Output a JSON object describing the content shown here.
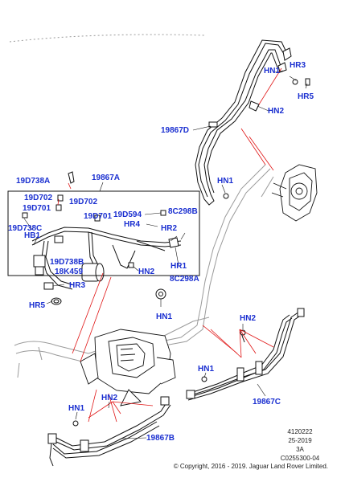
{
  "colors": {
    "label": "#1a2fd0",
    "leader": "#e01515",
    "line": "#111111",
    "ghost": "#9a9a9a"
  },
  "callouts": {
    "19867A": "19867A",
    "19D738A": "19D738A",
    "19D702_a": "19D702",
    "19D702_b": "19D702",
    "19D701_a": "19D701",
    "19D701_b": "19D701",
    "19D738C": "19D738C",
    "HB1": "HB1",
    "19D594": "19D594",
    "HR4": "HR4",
    "8C298B": "8C298B",
    "HR2": "HR2",
    "HR1": "HR1",
    "19D738B": "19D738B",
    "18K459": "18K459",
    "HN2_a": "HN2",
    "8C298A": "8C298A",
    "HR3_a": "HR3",
    "HR5_a": "HR5",
    "HN1_a": "HN1",
    "HN1_b": "HN1",
    "HR3_b": "HR3",
    "HR5_b": "HR5",
    "HN2_b": "HN2",
    "19867D": "19867D",
    "HN1_c": "HN1",
    "HN2_c": "HN2",
    "HN1_d": "HN1",
    "19867C": "19867C",
    "HN1_e": "HN1",
    "HN2_d": "HN2",
    "19867B": "19867B"
  },
  "footer": {
    "ref_number": "4120222",
    "date_code": "25-2019",
    "revision": "3A",
    "image_code": "C0255300-04",
    "copyright": "© Copyright, 2016 - 2019. Jaguar Land Rover Limited."
  }
}
